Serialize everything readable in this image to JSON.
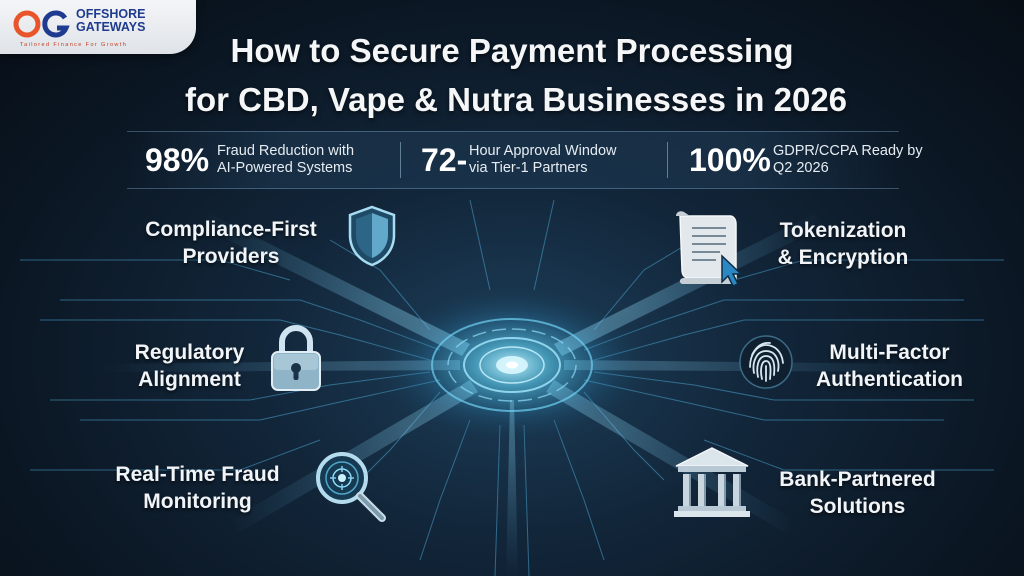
{
  "logo": {
    "mark": "OG",
    "name_line_1": "OFFSHORE",
    "name_line_2": "GATEWAYS",
    "tagline": "Tailored Finance For Growth"
  },
  "title": {
    "line_1": "How to Secure Payment Processing",
    "line_2": "for CBD, Vape & Nutra Businesses in 2026"
  },
  "stats": [
    {
      "value": "98%",
      "line_1": "Fraud Reduction with",
      "line_2": "AI-Powered Systems"
    },
    {
      "value": "72-",
      "line_1": "Hour  Approval Window",
      "line_2": "via Tier-1 Partners"
    },
    {
      "value": "100%",
      "line_1": "GDPR/CCPA Ready by",
      "line_2": "Q2 2026"
    }
  ],
  "features": {
    "compliance": {
      "line_1": "Compliance-First",
      "line_2": "Providers",
      "icon": "shield-icon"
    },
    "regulatory": {
      "line_1": "Regulatory",
      "line_2": "Alignment",
      "icon": "padlock-icon"
    },
    "fraud": {
      "line_1": "Real-Time Fraud",
      "line_2": "Monitoring",
      "icon": "magnifier-icon"
    },
    "tokenization": {
      "line_1": "Tokenization",
      "line_2": "& Encryption",
      "icon": "document-cursor-icon"
    },
    "mfa": {
      "line_1": "Multi-Factor",
      "line_2": "Authentication",
      "icon": "fingerprint-icon"
    },
    "bank": {
      "line_1": "Bank-Partnered",
      "line_2": "Solutions",
      "icon": "bank-icon"
    }
  },
  "colors": {
    "background": "#0b1724",
    "glow": "#7fe3ff",
    "line": "#5fb8e0",
    "logo_blue": "#1f3b8f",
    "logo_orange": "#e8552b"
  }
}
